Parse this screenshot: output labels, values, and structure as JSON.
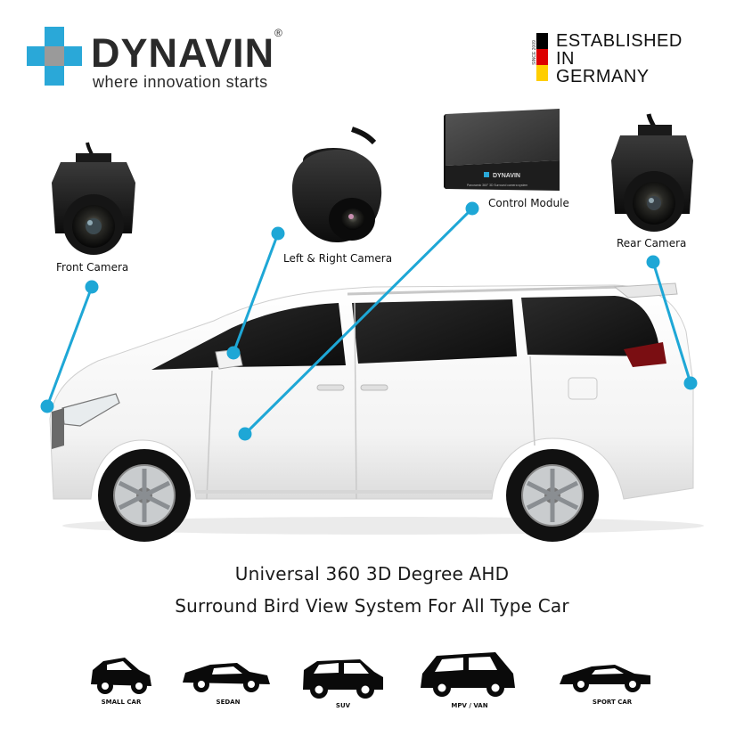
{
  "brand": {
    "name": "DYNAVIN",
    "registered": "®",
    "tagline": "where innovation starts",
    "colors": {
      "accent_blue": "#2aa8d8",
      "grey": "#9a9a9a",
      "text": "#2a2a2a"
    }
  },
  "established": {
    "lines": [
      "ESTABLISHED",
      "IN",
      "GERMANY"
    ],
    "since": "SINCE 2009",
    "flag_colors": [
      "#000000",
      "#dd0000",
      "#ffce00"
    ]
  },
  "components": {
    "front_camera": "Front Camera",
    "side_camera": "Left & Right Camera",
    "control_module": "Control Module",
    "rear_camera": "Rear Camera",
    "module_brand": "DYNAVIN",
    "module_text": "Panoramic 360° 3D Surround camera system"
  },
  "headline": {
    "line1": "Universal 360 3D Degree AHD",
    "line2": "Surround Bird View System For All Type Car"
  },
  "car_types": [
    {
      "label": "SMALL CAR",
      "icon": "small-car-icon"
    },
    {
      "label": "SEDAN",
      "icon": "sedan-icon"
    },
    {
      "label": "SUV",
      "icon": "suv-icon"
    },
    {
      "label": "MPV / VAN",
      "icon": "mpv-van-icon"
    },
    {
      "label": "SPORT CAR",
      "icon": "sport-car-icon"
    }
  ],
  "connector_color": "#1ea7d6"
}
